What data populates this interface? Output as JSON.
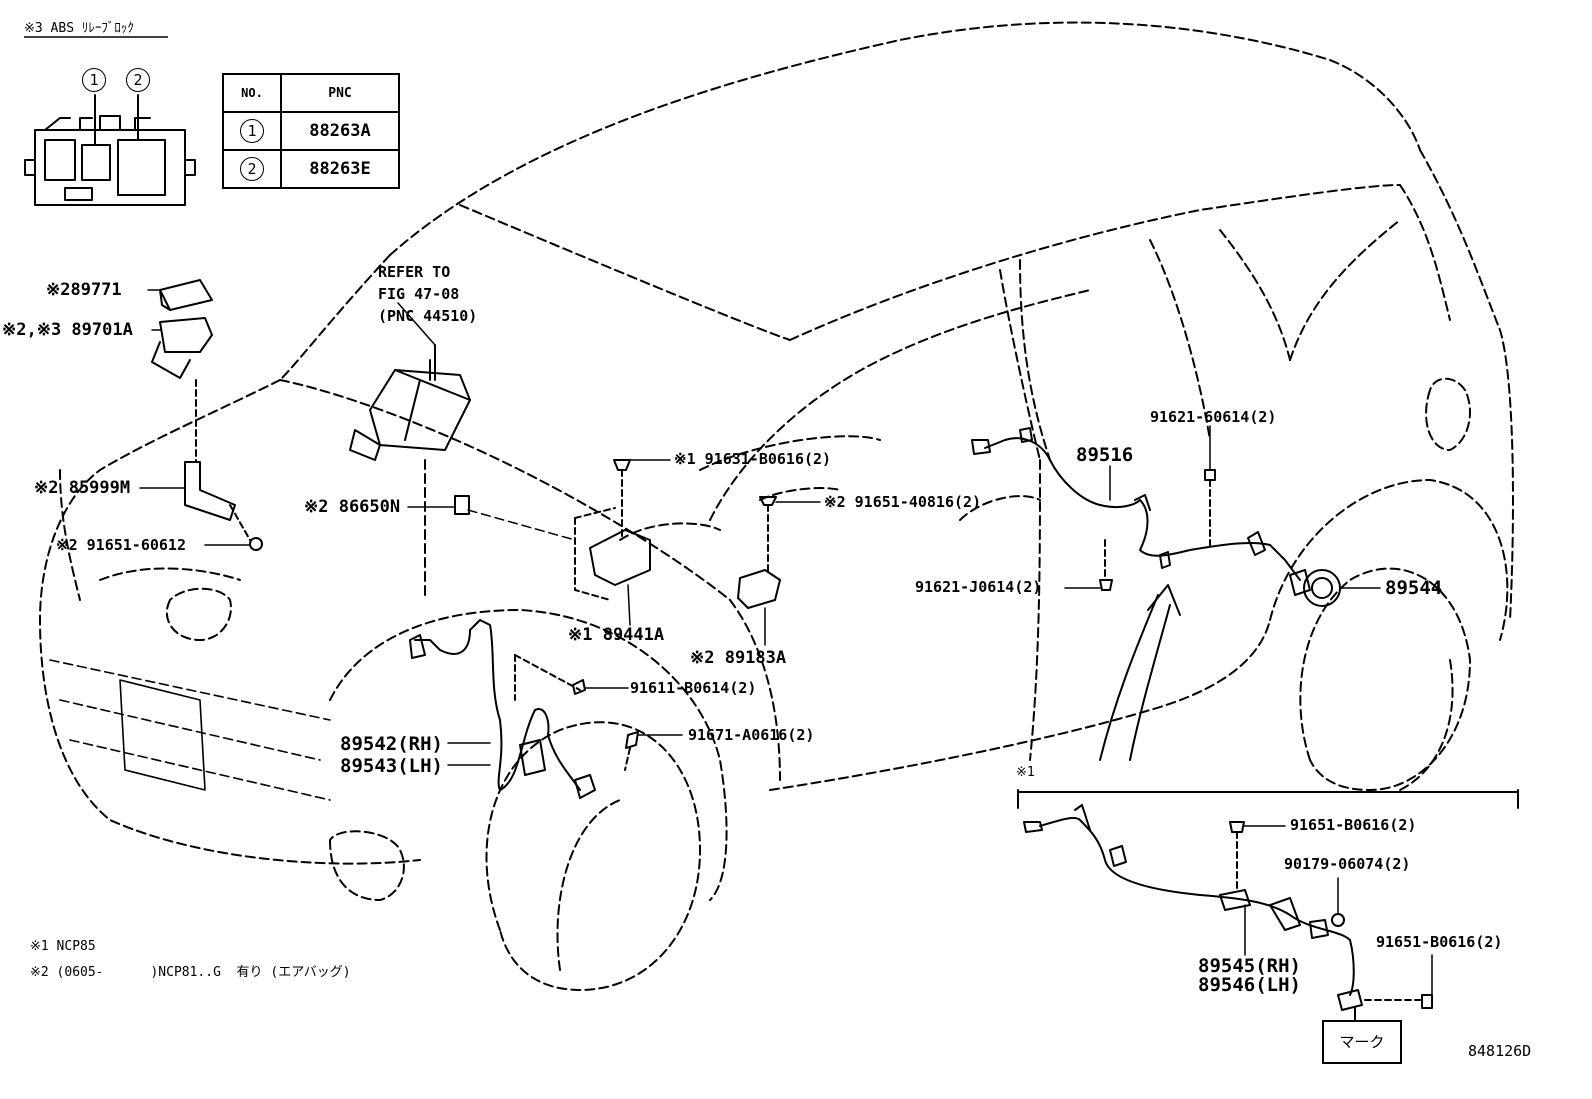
{
  "relay_block": {
    "title": "※3 ABS ﾘﾚｰﾌﾞﾛｯｸ",
    "marker_1": "1",
    "marker_2": "2"
  },
  "pnc_table": {
    "header_no": "NO.",
    "header_pnc": "PNC",
    "rows": [
      {
        "no": "1",
        "pnc": "88263A"
      },
      {
        "no": "2",
        "pnc": "88263E"
      }
    ]
  },
  "refer": {
    "line1": "REFER TO",
    "line2": "FIG 47-08",
    "line3": "(PNC 44510)"
  },
  "labels": {
    "p89771": "※289771",
    "p89701a": "※2,※3 89701A",
    "p85999m": "※2 85999M",
    "p91651_60612": "※2 91651-60612",
    "p86650n": "※2 86650N",
    "p91631": "※1 91631-B0616(2)",
    "p89441a": "※1 89441A",
    "p89183a": "※2 89183A",
    "p91651_40816": "※2 91651-40816(2)",
    "p91611": "91611-B0614(2)",
    "p91671": "91671-A0616(2)",
    "p89542": "89542(RH)",
    "p89543": "89543(LH)",
    "p89516": "89516",
    "p91621_60614": "91621-60614(2)",
    "p91621_j0614": "91621-J0614(2)",
    "p89544": "89544",
    "inset_mark": "※1",
    "p91651_b0616_a": "91651-B0616(2)",
    "p90179": "90179-06074(2)",
    "p91651_b0616_b": "91651-B0616(2)",
    "p89545": "89545(RH)",
    "p89546": "89546(LH)",
    "mark_box": "マーク",
    "diagram_id": "848126D"
  },
  "notes": {
    "note1": "※1 NCP85",
    "note2": "※2 (0605-      )NCP81..G  有り (エアバッグ)"
  }
}
